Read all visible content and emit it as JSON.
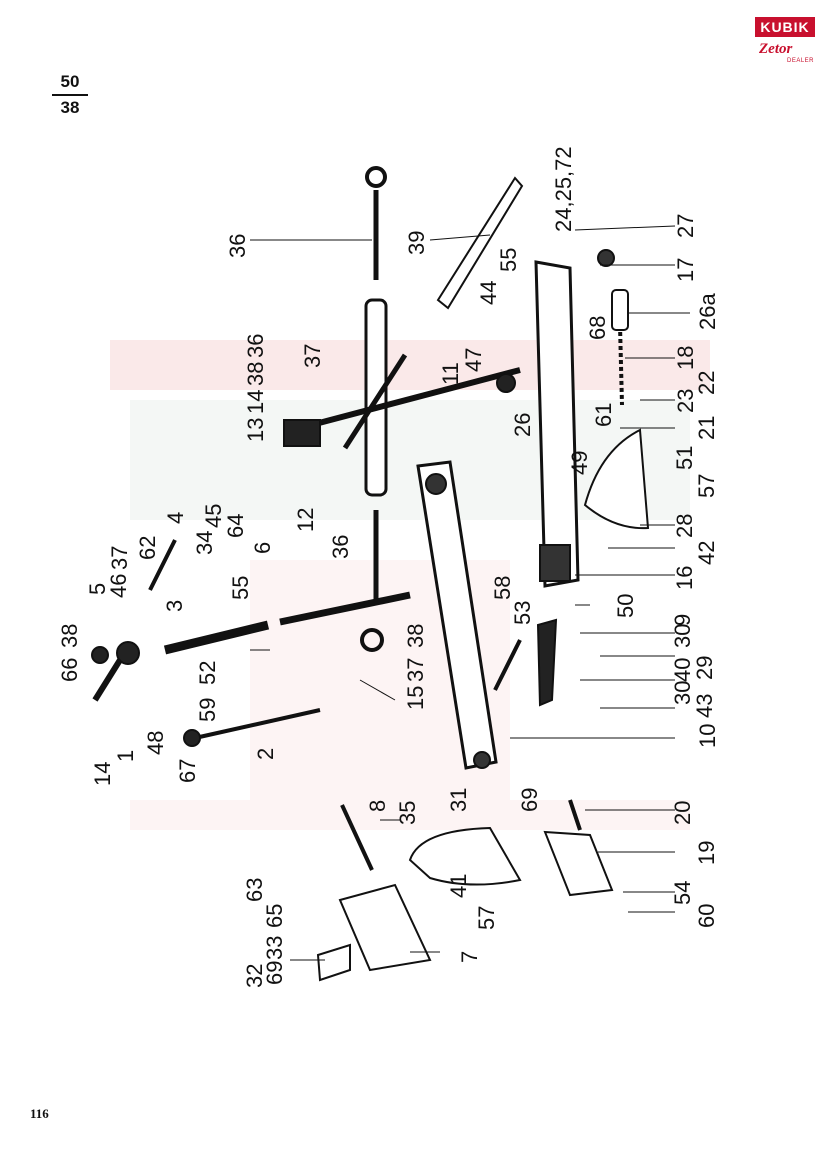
{
  "header": {
    "fraction_top": "50",
    "fraction_bottom": "38"
  },
  "logo": {
    "brand": "KUBIK",
    "sub": "Zetor",
    "dealer": "DEALER"
  },
  "footer": {
    "page_number": "116"
  },
  "callouts": [
    {
      "text": "36"
    },
    {
      "text": "39"
    },
    {
      "text": "24,25,72"
    },
    {
      "text": "27"
    },
    {
      "text": "55"
    },
    {
      "text": "44"
    },
    {
      "text": "17"
    },
    {
      "text": "68"
    },
    {
      "text": "26a"
    },
    {
      "text": "36"
    },
    {
      "text": "37"
    },
    {
      "text": "38"
    },
    {
      "text": "14"
    },
    {
      "text": "13"
    },
    {
      "text": "47"
    },
    {
      "text": "11"
    },
    {
      "text": "26"
    },
    {
      "text": "18"
    },
    {
      "text": "22"
    },
    {
      "text": "23"
    },
    {
      "text": "61"
    },
    {
      "text": "21"
    },
    {
      "text": "49"
    },
    {
      "text": "51"
    },
    {
      "text": "57"
    },
    {
      "text": "28"
    },
    {
      "text": "42"
    },
    {
      "text": "16"
    },
    {
      "text": "4"
    },
    {
      "text": "62"
    },
    {
      "text": "37"
    },
    {
      "text": "34"
    },
    {
      "text": "45"
    },
    {
      "text": "64"
    },
    {
      "text": "12"
    },
    {
      "text": "6"
    },
    {
      "text": "5"
    },
    {
      "text": "46"
    },
    {
      "text": "3"
    },
    {
      "text": "55"
    },
    {
      "text": "36"
    },
    {
      "text": "58"
    },
    {
      "text": "53"
    },
    {
      "text": "50"
    },
    {
      "text": "9"
    },
    {
      "text": "38"
    },
    {
      "text": "66"
    },
    {
      "text": "52"
    },
    {
      "text": "37"
    },
    {
      "text": "38"
    },
    {
      "text": "30"
    },
    {
      "text": "29"
    },
    {
      "text": "40"
    },
    {
      "text": "30"
    },
    {
      "text": "43"
    },
    {
      "text": "59"
    },
    {
      "text": "48"
    },
    {
      "text": "15"
    },
    {
      "text": "10"
    },
    {
      "text": "14"
    },
    {
      "text": "1"
    },
    {
      "text": "67"
    },
    {
      "text": "2"
    },
    {
      "text": "8"
    },
    {
      "text": "35"
    },
    {
      "text": "31"
    },
    {
      "text": "69"
    },
    {
      "text": "20"
    },
    {
      "text": "19"
    },
    {
      "text": "63"
    },
    {
      "text": "65"
    },
    {
      "text": "41"
    },
    {
      "text": "57"
    },
    {
      "text": "54"
    },
    {
      "text": "60"
    },
    {
      "text": "33"
    },
    {
      "text": "69"
    },
    {
      "text": "32"
    },
    {
      "text": "7"
    }
  ]
}
